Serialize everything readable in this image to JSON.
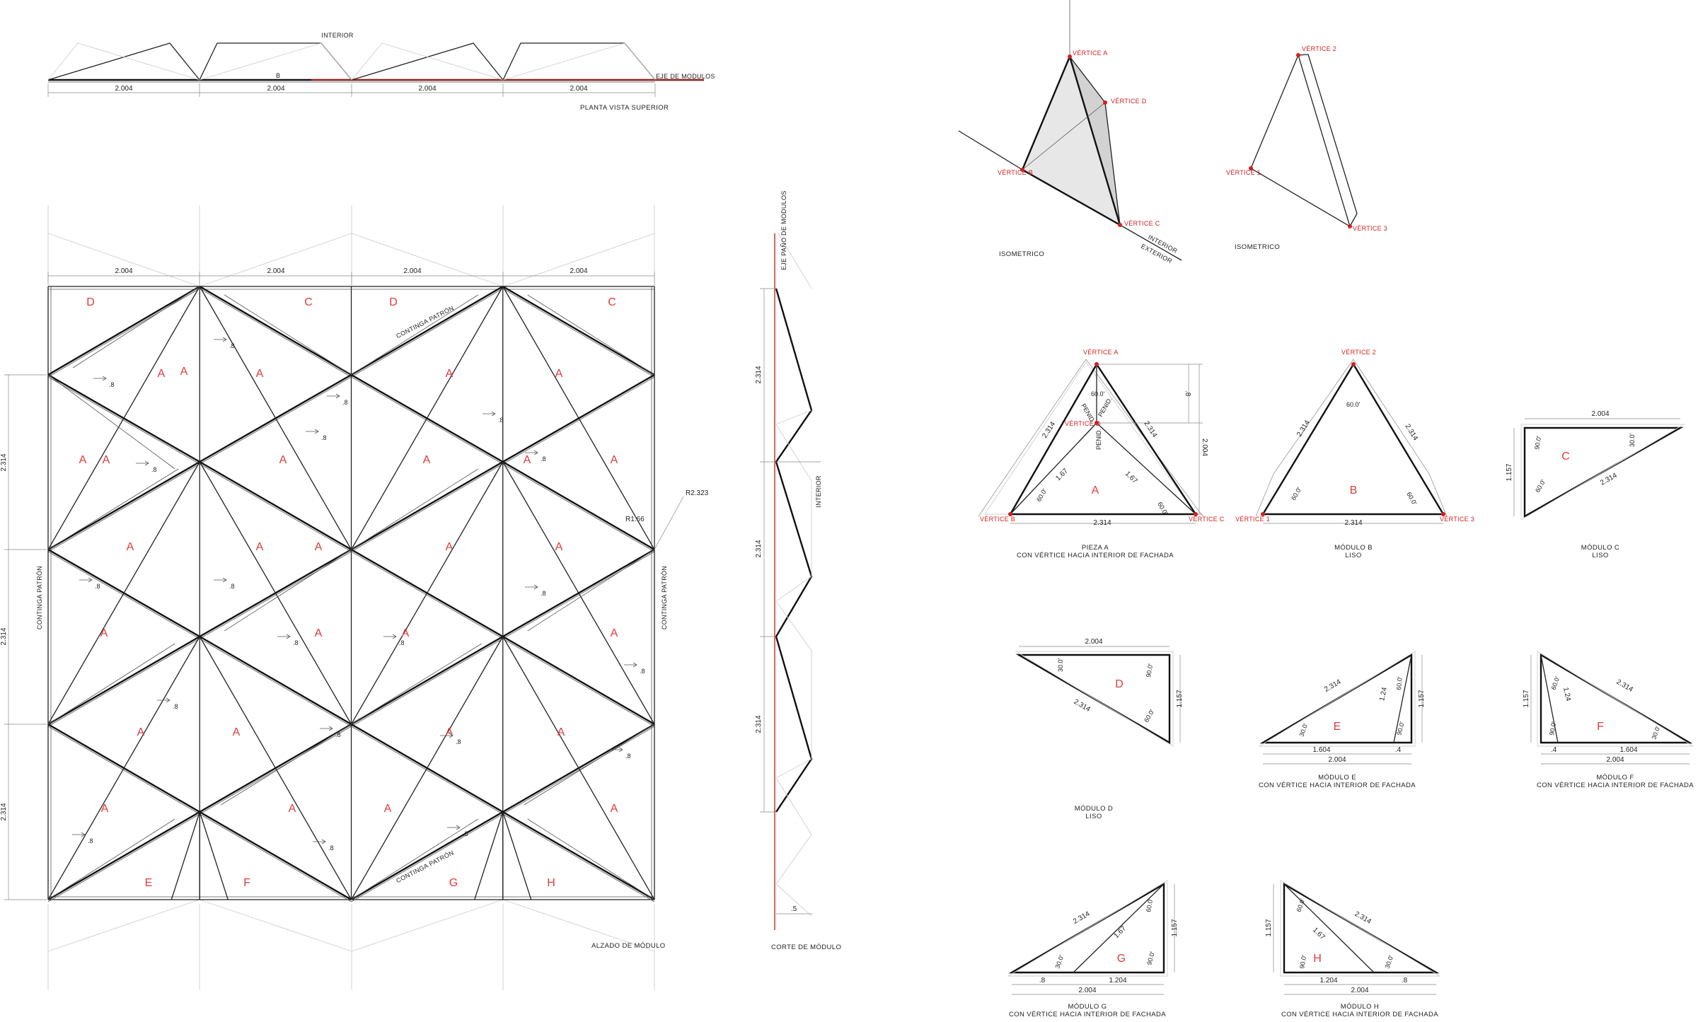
{
  "labels": {
    "interior": "INTERIOR",
    "exterior": "EXTERIOR",
    "axis": "EJE DE MODULOS",
    "axis_panel": "EJE PAÑO DE MODULOS",
    "plan_title": "PLANTA VISTA SUPERIOR",
    "elevation_title": "ALZADO DE MÓDULO",
    "section_title": "CORTE DE MÓDULO",
    "isometric": "ISOMETRICO",
    "contingency": "CONTINGA PATRÓN",
    "radius1": "R2.323",
    "radius2": "R1.66"
  },
  "plan": {
    "marker": "B",
    "dims": [
      "2.004",
      "2.004",
      "2.004",
      "2.004"
    ]
  },
  "elevation": {
    "top_dims": [
      "2.004",
      "2.004",
      "2.004",
      "2.004"
    ],
    "side_dims": [
      "2.314",
      "2.314",
      "2.314"
    ],
    "module_letters": [
      "D",
      "C",
      "D",
      "C",
      "A",
      "A",
      "A",
      "A",
      "A",
      "A",
      "A",
      "A",
      "A",
      "A",
      "A",
      "A",
      "A",
      "A",
      "A",
      "A",
      "A",
      "A",
      "A",
      "A",
      "A",
      "A",
      "A",
      "A",
      "A",
      "A",
      "A",
      "A",
      "E",
      "F",
      "G",
      "H"
    ],
    "small_dim": ".8"
  },
  "section": {
    "dims": [
      "2.314",
      "2.314",
      "2.314"
    ],
    "bottom_dim": ".5"
  },
  "iso_a": {
    "vertices": [
      "VÉRTICE A",
      "VÉRTICE D",
      "VÉRTICE B",
      "VÉRTICE C"
    ]
  },
  "iso_b": {
    "vertices": [
      "VÉRTICE 2",
      "VÉRTICE 1",
      "VÉRTICE 3"
    ]
  },
  "piece_a": {
    "letter": "A",
    "vertices": [
      "VÉRTICE A",
      "VÉRTICE D",
      "VÉRTICE B",
      "VÉRTICE C"
    ],
    "dims": {
      "side_left": "2.314",
      "side_right": "2.314",
      "base": "2.314",
      "height": "2.004",
      "top": ".8",
      "inner_left": "1.67",
      "inner_right": "1.67"
    },
    "angles": {
      "top": "60.0'",
      "left": "60.0'",
      "right": "60.0'"
    },
    "inner_labels": {
      "p1": "PENID.",
      "p2": "PENID.",
      "p3": "PENID."
    },
    "caption": [
      "PIEZA A",
      "CON VÉRTICE HACIA INTERIOR DE FACHADA"
    ]
  },
  "module_b": {
    "letter": "B",
    "vertices": [
      "VÉRTICE 2",
      "VÉRTICE 1",
      "VÉRTICE 3"
    ],
    "dims": {
      "side_left": "2.314",
      "side_right": "2.314",
      "base": "2.314"
    },
    "angles": {
      "top": "60.0'",
      "left": "60.0'",
      "right": "60.0'"
    },
    "caption": [
      "MÓDULO B",
      "LISO"
    ]
  },
  "module_c": {
    "letter": "C",
    "dims": {
      "top": "2.004",
      "side": "1.157",
      "hyp": "2.314"
    },
    "angles": {
      "a1": "30.0'",
      "a2": "90.0'",
      "a3": "60.0'"
    },
    "caption": [
      "MÓDULO C",
      "LISO"
    ]
  },
  "module_d": {
    "letter": "D",
    "dims": {
      "top": "2.004",
      "side": "1.157",
      "hyp": "2.314"
    },
    "angles": {
      "a1": "30.0'",
      "a2": "90.0'",
      "a3": "60.0'"
    },
    "caption": [
      "MÓDULO D",
      "LISO"
    ]
  },
  "module_e": {
    "letter": "E",
    "dims": {
      "hyp": "2.314",
      "side": "1.157",
      "inner": "1.24",
      "base1": "1.604",
      "base2": ".4",
      "total": "2.004"
    },
    "angles": {
      "a1": "30.0'",
      "a2": "60.0'",
      "a3": "90.0'"
    },
    "caption": [
      "MÓDULO E",
      "CON VÉRTICE HACIA INTERIOR DE FACHADA"
    ]
  },
  "module_f": {
    "letter": "F",
    "dims": {
      "hyp": "2.314",
      "side": "1.157",
      "inner": "1.24",
      "base1": ".4",
      "base2": "1.604",
      "total": "2.004"
    },
    "angles": {
      "a1": "60.0'",
      "a2": "90.0'",
      "a3": "30.0'"
    },
    "caption": [
      "MÓDULO F",
      "CON VÉRTICE HACIA INTERIOR DE FACHADA"
    ]
  },
  "module_g": {
    "letter": "G",
    "dims": {
      "hyp": "2.314",
      "side": "1.157",
      "inner": "1.67",
      "base1": ".8",
      "base2": "1.204",
      "total": "2.004"
    },
    "angles": {
      "a1": "30.0'",
      "a2": "60.0'",
      "a3": "90.0'"
    },
    "caption": [
      "MÓDULO G",
      "CON VÉRTICE HACIA INTERIOR DE FACHADA"
    ]
  },
  "module_h": {
    "letter": "H",
    "dims": {
      "hyp": "2.314",
      "side": "1.157",
      "inner": "1.67",
      "base1": "1.204",
      "base2": ".8",
      "total": "2.004"
    },
    "angles": {
      "a1": "60.0'",
      "a2": "90.0'",
      "a3": "30.0'"
    },
    "caption": [
      "MÓDULO H",
      "CON VÉRTICE HACIA INTERIOR DE FACHADA"
    ]
  }
}
